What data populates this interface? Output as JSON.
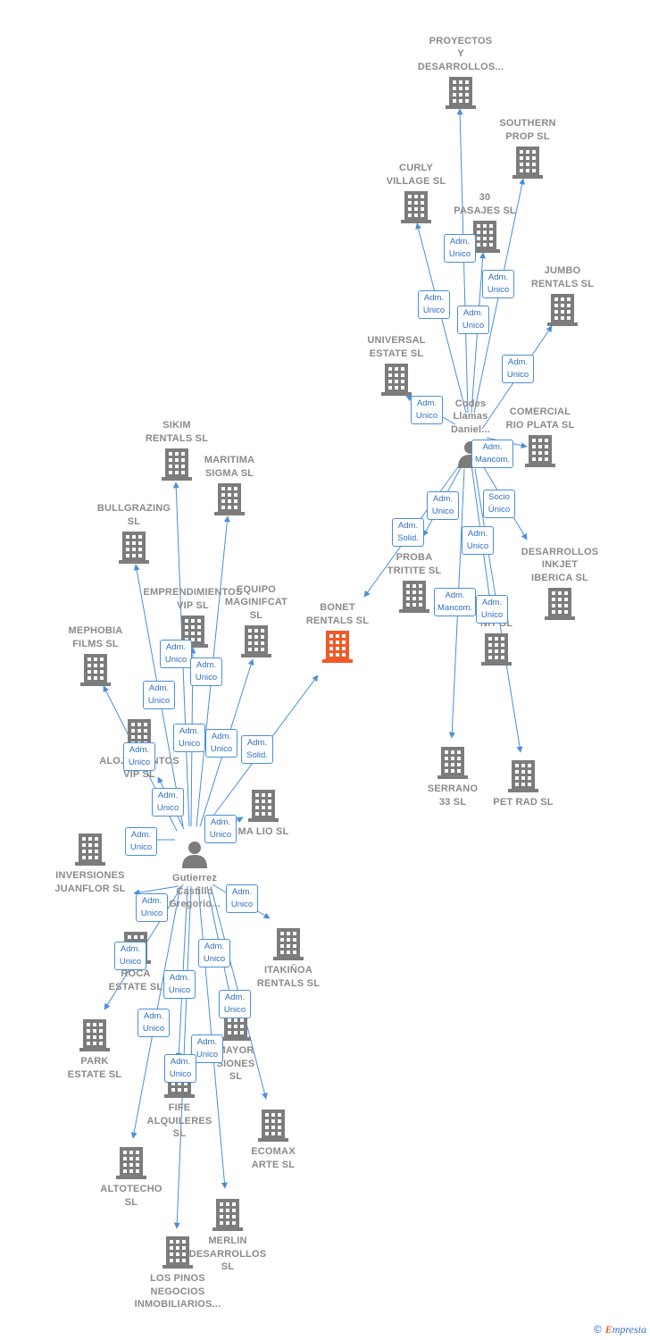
{
  "colors": {
    "edge": "#4a8fdb",
    "building": "#7c7c7c",
    "center_building": "#f05a28",
    "person": "#7c7c7c",
    "label": "#8a8a8a",
    "badge_text": "#2f6fc4"
  },
  "nodes": [
    {
      "id": "bonet",
      "type": "company",
      "label": "BONET\nRENTALS SL",
      "center": true
    },
    {
      "id": "gutierrez",
      "type": "person",
      "label": "Gutierrez\nCastillo\nGregorio..."
    },
    {
      "id": "codes",
      "type": "person",
      "label": "Codes\nLlamas\nDaniel..."
    },
    {
      "id": "proyectos",
      "type": "company",
      "label": "PROYECTOS\nY\nDESARROLLOS..."
    },
    {
      "id": "southern",
      "type": "company",
      "label": "SOUTHERN\nPROP SL"
    },
    {
      "id": "curly",
      "type": "company",
      "label": "CURLY\nVILLAGE SL"
    },
    {
      "id": "pasajes",
      "type": "company",
      "label": "30\nPASAJES SL"
    },
    {
      "id": "jumbo",
      "type": "company",
      "label": "JUMBO\nRENTALS SL"
    },
    {
      "id": "universal",
      "type": "company",
      "label": "UNIVERSAL\nESTATE SL"
    },
    {
      "id": "comercial",
      "type": "company",
      "label": "COMERCIAL\nRIO PLATA SL"
    },
    {
      "id": "desarrollosinkjet",
      "type": "company",
      "label": "DESARROLLOS\nINKJET\nIBERICA SL"
    },
    {
      "id": "proba",
      "type": "company",
      "label": "PROBA\nTRITITE SL"
    },
    {
      "id": "nit",
      "type": "company",
      "label": "NIT SL"
    },
    {
      "id": "serrano",
      "type": "company",
      "label": "SERRANO\n33 SL"
    },
    {
      "id": "petrad",
      "type": "company",
      "label": "PET RAD SL"
    },
    {
      "id": "sikim",
      "type": "company",
      "label": "SIKIM\nRENTALS SL"
    },
    {
      "id": "maritima",
      "type": "company",
      "label": "MARITIMA\nSIGMA SL"
    },
    {
      "id": "bullgrazing",
      "type": "company",
      "label": "BULLGRAZING\nSL"
    },
    {
      "id": "emprendimientos",
      "type": "company",
      "label": "EMPRENDIMIENTOS\nVIP SL"
    },
    {
      "id": "equipo",
      "type": "company",
      "label": "EQUIPO\nMAGINIFCAT\nSL"
    },
    {
      "id": "mephobia",
      "type": "company",
      "label": "MEPHOBIA\nFILMS SL"
    },
    {
      "id": "alojamientos",
      "type": "company",
      "label": "ALOJAMIENTOS\nVIP SL"
    },
    {
      "id": "lio",
      "type": "company",
      "label": "MA LIO SL"
    },
    {
      "id": "inversiones",
      "type": "company",
      "label": "INVERSIONES\nJUANFLOR SL"
    },
    {
      "id": "itakinoa",
      "type": "company",
      "label": "ITAKIÑOA\nRENTALS SL"
    },
    {
      "id": "roca",
      "type": "company",
      "label": "ROCA\nESTATE SL"
    },
    {
      "id": "park",
      "type": "company",
      "label": "PARK\nESTATE SL"
    },
    {
      "id": "mayor",
      "type": "company",
      "label": "MAYOR\nSIONES\nSL"
    },
    {
      "id": "fife",
      "type": "company",
      "label": "FIFE\nALQUILERES\nSL"
    },
    {
      "id": "ecomax",
      "type": "company",
      "label": "ECOMAX\nARTE SL"
    },
    {
      "id": "altotecho",
      "type": "company",
      "label": "ALTOTECHO\nSL"
    },
    {
      "id": "merlin",
      "type": "company",
      "label": "MERLIN\nDESARROLLOS\nSL"
    },
    {
      "id": "lospinos",
      "type": "company",
      "label": "LOS PINOS\nNEGOCIOS\nINMOBILIARIOS..."
    }
  ],
  "edges": [
    {
      "from": "codes",
      "to": "proyectos",
      "label": "Adm.\nUnico"
    },
    {
      "from": "codes",
      "to": "southern",
      "label": "Adm.\nUnico"
    },
    {
      "from": "codes",
      "to": "curly",
      "label": "Adm.\nUnico"
    },
    {
      "from": "codes",
      "to": "pasajes",
      "label": "Adm.\nUnico"
    },
    {
      "from": "codes",
      "to": "jumbo",
      "label": "Adm.\nUnico"
    },
    {
      "from": "codes",
      "to": "universal",
      "label": "Adm.\nUnico"
    },
    {
      "from": "codes",
      "to": "comercial",
      "label": "Adm.\nMancom."
    },
    {
      "from": "codes",
      "to": "desarrollosinkjet",
      "label": "Socio\nÚnico"
    },
    {
      "from": "codes",
      "to": "proba",
      "label": "Adm.\nUnico"
    },
    {
      "from": "codes",
      "to": "bonet",
      "label": "Adm.\nSolid."
    },
    {
      "from": "codes",
      "to": "nit",
      "label": "Adm.\nUnico"
    },
    {
      "from": "codes",
      "to": "serrano",
      "label": "Adm.\nMancom."
    },
    {
      "from": "codes",
      "to": "petrad",
      "label": "Adm.\nUnico"
    },
    {
      "from": "gutierrez",
      "to": "sikim",
      "label": "Adm.\nUnico"
    },
    {
      "from": "gutierrez",
      "to": "maritima",
      "label": "Adm.\nUnico"
    },
    {
      "from": "gutierrez",
      "to": "bullgrazing",
      "label": "Adm.\nUnico"
    },
    {
      "from": "gutierrez",
      "to": "emprendimientos",
      "label": "Adm.\nUnico"
    },
    {
      "from": "gutierrez",
      "to": "equipo",
      "label": "Adm.\nUnico"
    },
    {
      "from": "gutierrez",
      "to": "bonet",
      "label": "Adm.\nSolid."
    },
    {
      "from": "gutierrez",
      "to": "mephobia",
      "label": "Adm.\nUnico"
    },
    {
      "from": "gutierrez",
      "to": "alojamientos",
      "label": "Adm.\nUnico"
    },
    {
      "from": "gutierrez",
      "to": "lio",
      "label": "Adm.\nUnico"
    },
    {
      "from": "gutierrez",
      "to": "inversiones",
      "label": "Adm.\nUnico"
    },
    {
      "from": "gutierrez",
      "to": "itakinoa",
      "label": "Adm.\nUnico"
    },
    {
      "from": "gutierrez",
      "to": "roca",
      "label": "Adm.\nUnico"
    },
    {
      "from": "gutierrez",
      "to": "park",
      "label": "Adm.\nUnico"
    },
    {
      "from": "gutierrez",
      "to": "mayor",
      "label": "Adm.\nUnico"
    },
    {
      "from": "gutierrez",
      "to": "fife",
      "label": "Adm.\nUnico"
    },
    {
      "from": "gutierrez",
      "to": "ecomax",
      "label": "Adm.\nUnico"
    },
    {
      "from": "gutierrez",
      "to": "altotecho",
      "label": "Adm.\nUnico"
    },
    {
      "from": "gutierrez",
      "to": "merlin",
      "label": "Adm.\nUnico"
    },
    {
      "from": "gutierrez",
      "to": "lospinos",
      "label": "Adm.\nUnico"
    }
  ],
  "footer": {
    "copyright": "©",
    "brand_e": "E",
    "brand_rest": "mpresia"
  }
}
